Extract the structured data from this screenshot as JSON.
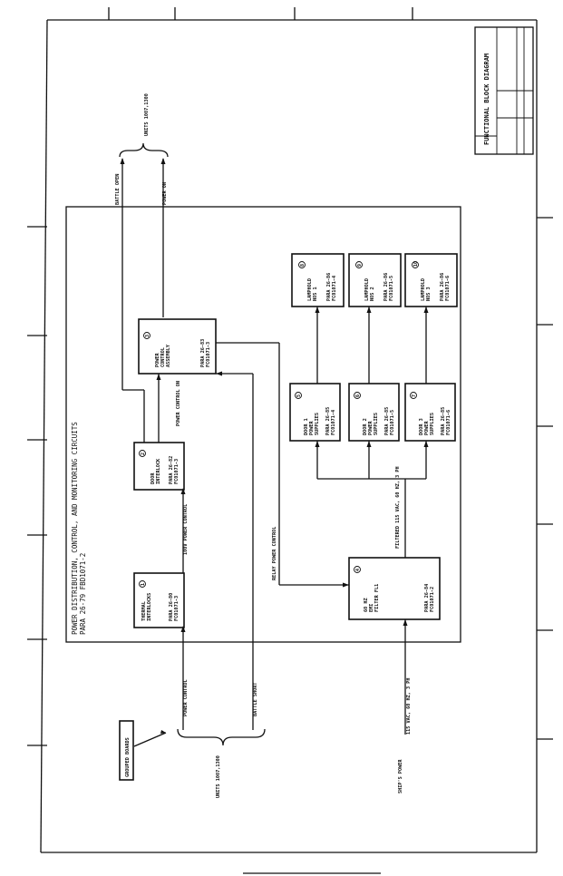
{
  "title_block": {
    "title": "FUNCTIONAL BLOCK DIAGRAM"
  },
  "frame": {
    "heading_line1": "POWER DISTRIBUTION, CONTROL, AND MONITORING CIRCUITS",
    "heading_line2": "PARA 26-79 FBD1071-2"
  },
  "blocks": [
    {
      "id": "thermal",
      "num": "1",
      "name_lines": [
        "THERMAL",
        "INTERLOCKS"
      ],
      "ref_lines": [
        "PARA 26-80",
        "FC01071-3"
      ]
    },
    {
      "id": "door",
      "num": "2",
      "name_lines": [
        "DOOR",
        "INTERLOCK"
      ],
      "ref_lines": [
        "PARA 26-82",
        "FC01071-3"
      ]
    },
    {
      "id": "power-control",
      "num": "3",
      "name_lines": [
        "POWER",
        "CONTROL",
        "ASSEMBLY"
      ],
      "ref_lines": [
        "PARA 26-83",
        "FC01071-3"
      ]
    },
    {
      "id": "filter",
      "num": "4",
      "name_lines": [
        "60 HZ",
        "EMI",
        "FILTER FL1"
      ],
      "ref_lines": [
        "PARA 26-84",
        "FC01071-2"
      ]
    },
    {
      "id": "ps1",
      "num": "5",
      "name_lines": [
        "DOOR 1",
        "POWER",
        "SUPPLIES"
      ],
      "ref_lines": [
        "PARA 26-85",
        "FC01071-4"
      ]
    },
    {
      "id": "ps2",
      "num": "6",
      "name_lines": [
        "DOOR 2",
        "POWER",
        "SUPPLIES"
      ],
      "ref_lines": [
        "PARA 26-85",
        "FC01071-5"
      ]
    },
    {
      "id": "ps3",
      "num": "7",
      "name_lines": [
        "DOOR 3",
        "POWER",
        "SUPPLIES"
      ],
      "ref_lines": [
        "PARA 26-85",
        "FC01071-6"
      ]
    },
    {
      "id": "lamp1",
      "num": "8",
      "name_lines": [
        "LAMPHOLD",
        "NOS 1"
      ],
      "ref_lines": [
        "PARA 26-86",
        "FC01071-4"
      ]
    },
    {
      "id": "lamp2",
      "num": "9",
      "name_lines": [
        "LAMPHOLD",
        "NOS 2"
      ],
      "ref_lines": [
        "PARA 26-86",
        "FC01071-5"
      ]
    },
    {
      "id": "lamp3",
      "num": "10",
      "name_lines": [
        "LAMPHOLD",
        "NOS 3"
      ],
      "ref_lines": [
        "PARA 26-86",
        "FC01071-6"
      ]
    }
  ],
  "signals": {
    "power_control_1": "POWER CONTROL",
    "power_control_2": "100V POWER CONTROL",
    "power_control_on": "POWER CONTROL ON",
    "battle_short": "BATTLE SHORT",
    "relay_power_control": "RELAY POWER CONTROL",
    "filtered": "FILTERED 115 VAC, 60 HZ, 3 PH",
    "input_power": "115 VAC, 60 HZ, 3 PH",
    "battle_open": "BATTLE OPEN",
    "power_on": "POWER ON"
  },
  "externals": {
    "grouped_boards": "GROUPED BOARDS",
    "units_in": "UNITS 1007,1300",
    "units_out": "UNITS 1007,1300",
    "ships_power": "SHIP'S POWER"
  }
}
